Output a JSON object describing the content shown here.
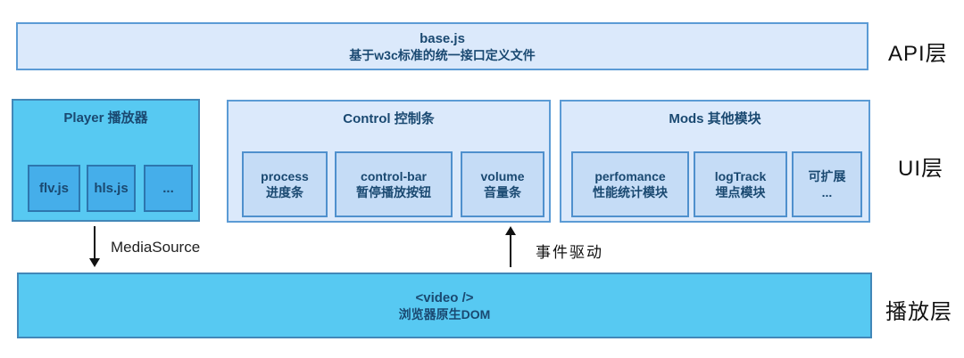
{
  "layers": {
    "api": {
      "title": "base.js",
      "subtitle": "基于w3c标准的统一接口定义文件",
      "label": "API层"
    },
    "ui": {
      "label": "UI层",
      "player": {
        "title": "Player 播放器",
        "items": [
          "flv.js",
          "hls.js",
          "..."
        ]
      },
      "control": {
        "title": "Control 控制条",
        "items": [
          {
            "name": "process",
            "desc": "进度条"
          },
          {
            "name": "control-bar",
            "desc": "暂停播放按钮"
          },
          {
            "name": "volume",
            "desc": "音量条"
          }
        ]
      },
      "mods": {
        "title": "Mods 其他模块",
        "items": [
          {
            "name": "perfomance",
            "desc": "性能统计模块"
          },
          {
            "name": "logTrack",
            "desc": "埋点模块"
          },
          {
            "name": "可扩展",
            "desc": "..."
          }
        ]
      }
    },
    "playback": {
      "title": "<video />",
      "subtitle": "浏览器原生DOM",
      "label": "播放层"
    }
  },
  "arrows": {
    "media_source": "MediaSource",
    "event_driven": "事件驱动"
  },
  "colors": {
    "light_fill": "#dbe9fb",
    "light_border": "#5b9bd5",
    "inner_light_fill": "#c5dcf6",
    "inner_light_border": "#4f90cd",
    "bright_fill": "#57c9f2",
    "bright_border": "#4287b8",
    "bright_inner_fill": "#45aeea",
    "bright_inner_border": "#2d76ae",
    "box_text": "#1a4971",
    "label_text": "#111111"
  }
}
